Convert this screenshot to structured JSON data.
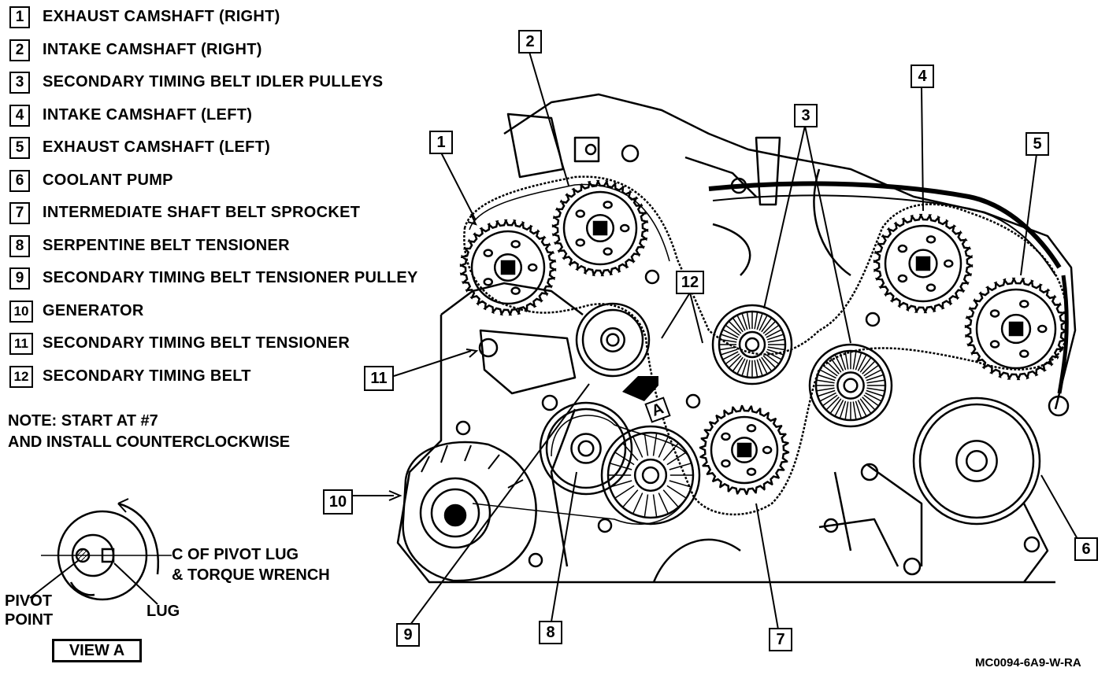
{
  "legend": [
    {
      "num": "1",
      "label": "EXHAUST CAMSHAFT (RIGHT)"
    },
    {
      "num": "2",
      "label": "INTAKE CAMSHAFT (RIGHT)"
    },
    {
      "num": "3",
      "label": "SECONDARY TIMING BELT IDLER PULLEYS"
    },
    {
      "num": "4",
      "label": "INTAKE CAMSHAFT (LEFT)"
    },
    {
      "num": "5",
      "label": "EXHAUST CAMSHAFT (LEFT)"
    },
    {
      "num": "6",
      "label": "COOLANT PUMP"
    },
    {
      "num": "7",
      "label": "INTERMEDIATE SHAFT BELT SPROCKET"
    },
    {
      "num": "8",
      "label": "SERPENTINE BELT TENSIONER"
    },
    {
      "num": "9",
      "label": "SECONDARY TIMING BELT TENSIONER PULLEY"
    },
    {
      "num": "10",
      "label": "GENERATOR"
    },
    {
      "num": "11",
      "label": "SECONDARY TIMING BELT TENSIONER"
    },
    {
      "num": "12",
      "label": "SECONDARY TIMING BELT"
    }
  ],
  "note": {
    "line1": "NOTE: START AT #7",
    "line2": "AND INSTALL COUNTERCLOCKWISE"
  },
  "callouts": {
    "c1": "1",
    "c2": "2",
    "c3": "3",
    "c4": "4",
    "c5": "5",
    "c6": "6",
    "c7": "7",
    "c8": "8",
    "c9": "9",
    "c10": "10",
    "c11": "11",
    "c12": "12",
    "view_marker": "A"
  },
  "view_a": {
    "title": "VIEW A",
    "pivot_point_line1": "PIVOT",
    "pivot_point_line2": "POINT",
    "lug": "LUG",
    "centerline_line1": "C OF PIVOT LUG",
    "centerline_line2": "& TORQUE WRENCH"
  },
  "figure_code": "MC0094-6A9-W-RA"
}
